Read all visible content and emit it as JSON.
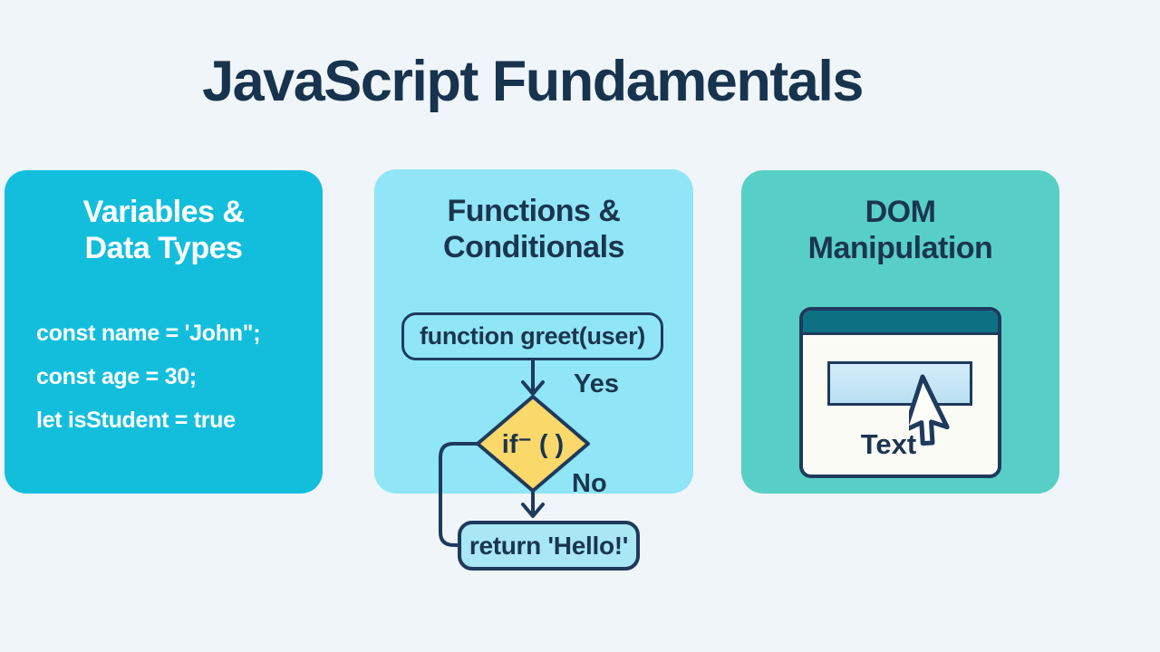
{
  "title": "JavaScript Fundamentals",
  "cards": {
    "variables": {
      "title_line1": "Variables &",
      "title_line2": "Data Types",
      "code_lines": [
        "const name = 'John\";",
        "const age = 30;",
        "let isStudent = true"
      ]
    },
    "functions": {
      "title_line1": "Functions &",
      "title_line2": "Conditionals",
      "flowchart": {
        "start_box": "function greet(user)",
        "yes_label": "Yes",
        "condition_label": "if⁻ ( )",
        "no_label": "No",
        "return_box": "return 'Hello!'"
      }
    },
    "dom": {
      "title_line1": "DOM",
      "title_line2": "Manipulation",
      "window_text": "Text"
    }
  },
  "colors": {
    "page_background": "#eff5f8",
    "title_navy": "#17334e",
    "card_variables_bg": "#13bedd",
    "card_functions_bg": "#90e5f6",
    "card_dom_bg": "#58cfc6",
    "flowchart_stroke": "#1e3a5c",
    "diamond_fill": "#fad869",
    "return_box_fill": "#a9e7f5",
    "browser_titlebar": "#0d7083",
    "browser_body": "#fbfbf6",
    "inner_rect_fill": "#c6e6f6",
    "code_text": "#ffffff"
  }
}
